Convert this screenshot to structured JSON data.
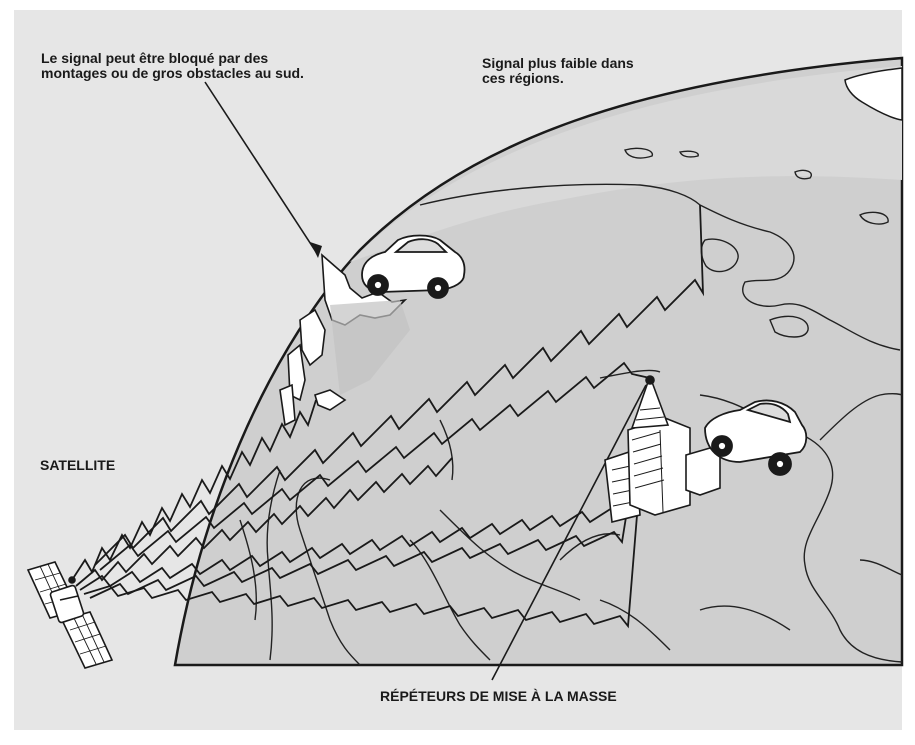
{
  "labels": {
    "blocked_signal": "Le signal peut être bloqué par des\nmontages ou de gros obstacles au sud.",
    "weaker_signal": "Signal plus faible dans\nces régions.",
    "satellite": "SATELLITE",
    "repeaters": "RÉPÉTEURS DE MISE À LA MASSE"
  },
  "colors": {
    "panel_background": "#e6e6e6",
    "globe_fill": "#cfcfcf",
    "land_line": "#222222",
    "white": "#ffffff"
  }
}
